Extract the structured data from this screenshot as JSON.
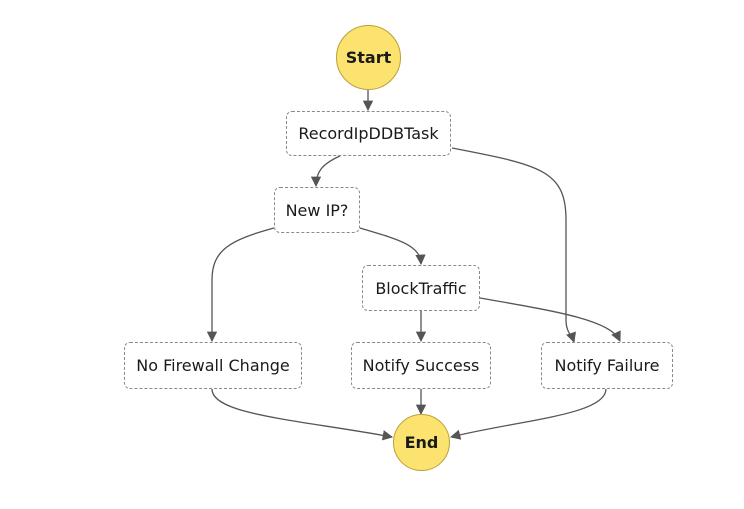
{
  "start_label": "Start",
  "end_label": "End",
  "nodes": {
    "record": "RecordIpDDBTask",
    "newip": "New IP?",
    "block": "BlockTraffic",
    "nofw": "No Firewall Change",
    "success": "Notify Success",
    "failure": "Notify Failure"
  },
  "colors": {
    "terminal_fill": "#fce36f",
    "edge": "#555555",
    "node_border": "#8a8a8a"
  }
}
